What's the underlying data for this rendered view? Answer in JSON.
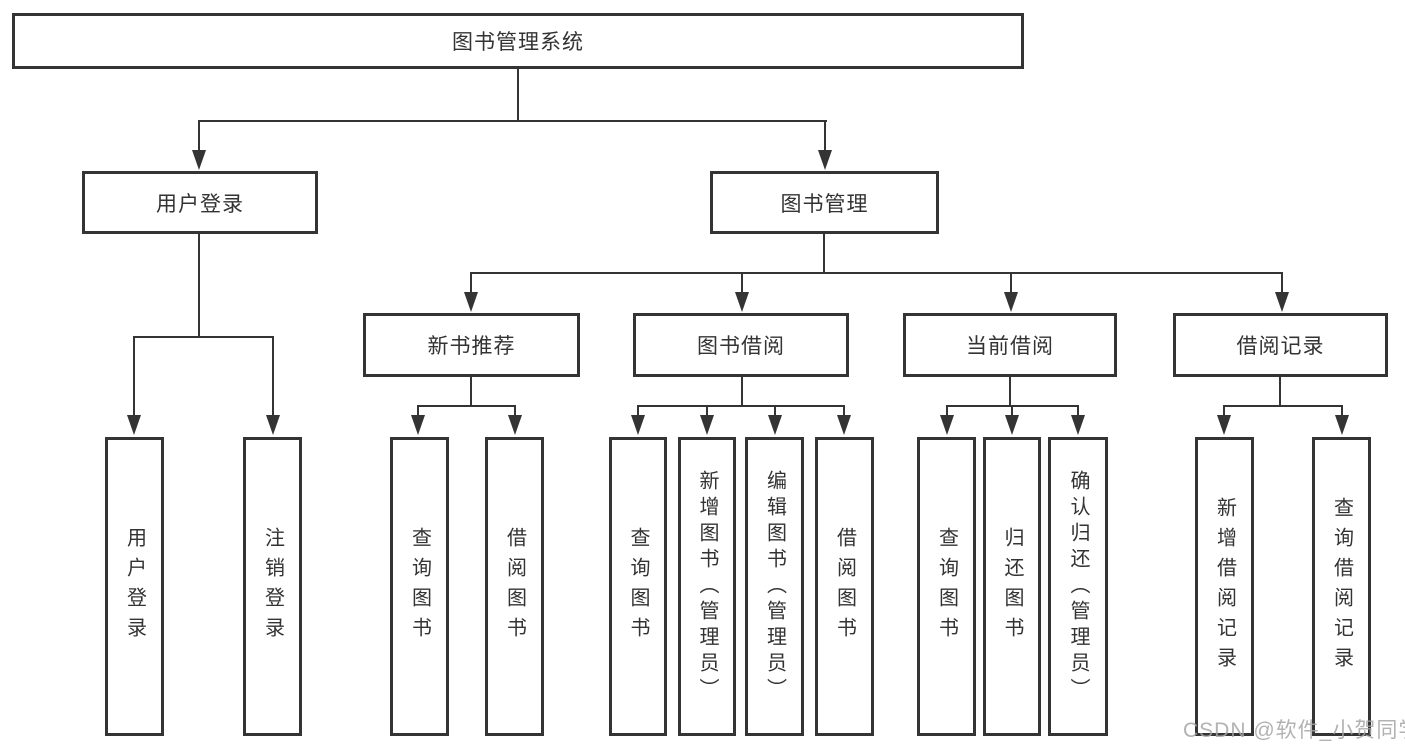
{
  "diagram": {
    "nodes": {
      "root": "图书管理系统",
      "user_login": "用户登录",
      "book_mgmt": "图书管理",
      "new_book": "新书推荐",
      "book_borrow": "图书借阅",
      "current_borrow": "当前借阅",
      "borrow_record": "借阅记录",
      "leaf_user_login": "用户登录",
      "leaf_logout": "注销登录",
      "leaf_nb_query": "查询图书",
      "leaf_nb_borrow": "借阅图书",
      "leaf_bb_query": "查询图书",
      "leaf_bb_add": "新增图书（管理员）",
      "leaf_bb_edit": "编辑图书（管理员）",
      "leaf_bb_borrow": "借阅图书",
      "leaf_cb_query": "查询图书",
      "leaf_cb_return": "归还图书",
      "leaf_cb_confirm": "确认归还（管理员）",
      "leaf_br_add": "新增借阅记录",
      "leaf_br_query": "查询借阅记录"
    },
    "structure": {
      "root": "图书管理系统",
      "children": [
        {
          "node": "用户登录",
          "children": [
            "用户登录",
            "注销登录"
          ]
        },
        {
          "node": "图书管理",
          "children": [
            {
              "node": "新书推荐",
              "children": [
                "查询图书",
                "借阅图书"
              ]
            },
            {
              "node": "图书借阅",
              "children": [
                "查询图书",
                "新增图书（管理员）",
                "编辑图书（管理员）",
                "借阅图书"
              ]
            },
            {
              "node": "当前借阅",
              "children": [
                "查询图书",
                "归还图书",
                "确认归还（管理员）"
              ]
            },
            {
              "node": "借阅记录",
              "children": [
                "新增借阅记录",
                "查询借阅记录"
              ]
            }
          ]
        }
      ]
    },
    "watermark": "CSDN @软件_小贺同学",
    "colors": {
      "line": "#343434",
      "box_border": "#343434",
      "text": "#333333",
      "watermark": "#a5a5a5",
      "background": "#ffffff"
    }
  }
}
